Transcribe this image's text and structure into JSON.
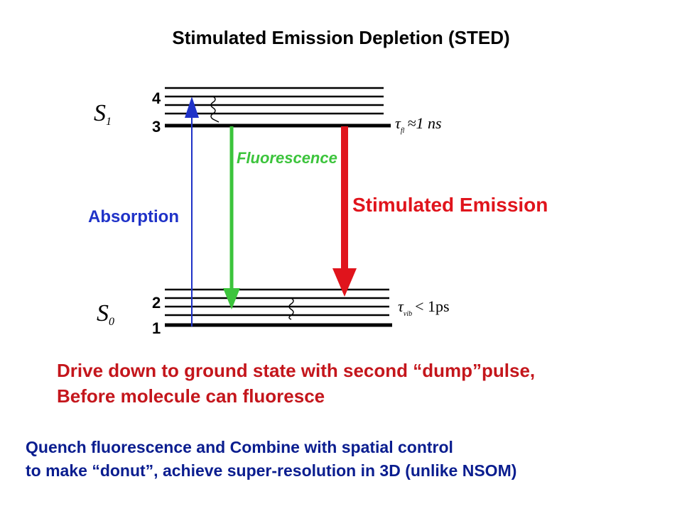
{
  "title": "Stimulated Emission Depletion (STED)",
  "diagram": {
    "upper_state": {
      "label": "S",
      "subscript": "1",
      "levels": [
        "4",
        "3"
      ],
      "lifetime": "τ",
      "lifetime_sub": "fl",
      "lifetime_value": "≈1 ns"
    },
    "ground_state": {
      "label": "S",
      "subscript": "0",
      "levels": [
        "2",
        "1"
      ],
      "lifetime": "τ",
      "lifetime_sub": "vib",
      "lifetime_value": "< 1ps"
    },
    "transitions": {
      "absorption": "Absorption",
      "fluorescence": "Fluorescence",
      "stimulated_emission": "Stimulated Emission"
    },
    "colors": {
      "absorption": "#1f32c8",
      "fluorescence": "#3cc43c",
      "stimulated_emission": "#e0141c",
      "levels": "#000000"
    }
  },
  "captions": {
    "line1": "Drive down to ground state with second “dump”pulse,",
    "line2": "Before molecule can fluoresce",
    "line3": "Quench fluorescence and Combine with spatial control",
    "line4": "to make “donut”, achieve super-resolution in 3D (unlike NSOM)"
  }
}
